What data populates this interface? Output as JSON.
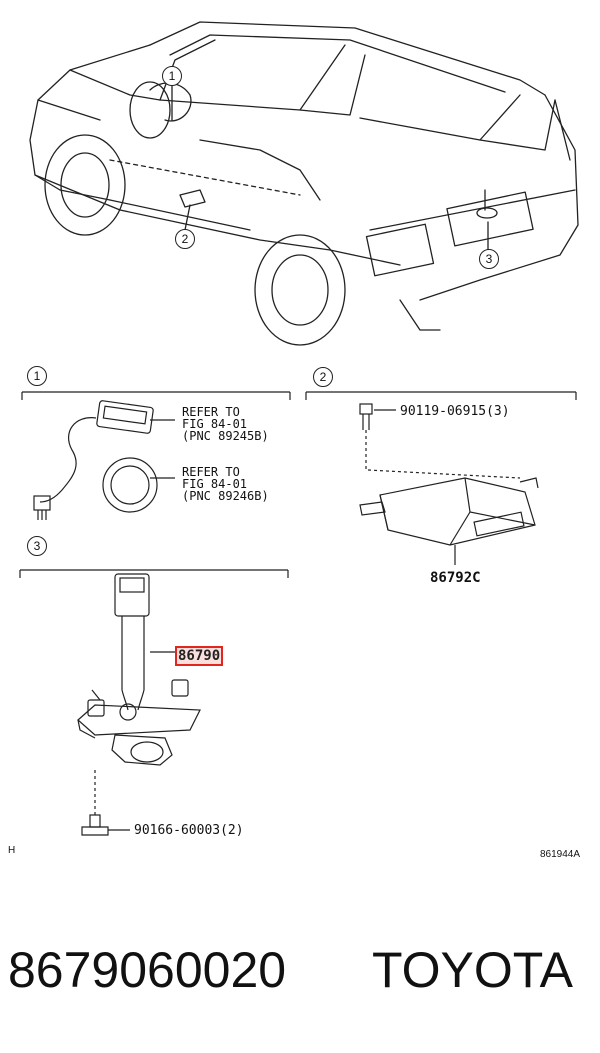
{
  "callouts": {
    "c1": "1",
    "c2": "2",
    "c3": "3"
  },
  "section1": {
    "ref_a_line1": "REFER TO",
    "ref_a_line2": "FIG 84-01",
    "ref_a_line3": "(PNC 89245B)",
    "ref_b_line1": "REFER TO",
    "ref_b_line2": "FIG 84-01",
    "ref_b_line3": "(PNC 89246B)"
  },
  "section2": {
    "bolt_part": "90119-06915(3)",
    "unit_part": "86792C"
  },
  "section3": {
    "camera_part": "86790",
    "screw_part": "90166-60003(2)"
  },
  "footer": {
    "corner_mark": "H",
    "drawing_code": "861944A",
    "part_number": "8679060020",
    "brand": "TOYOTA"
  },
  "colors": {
    "highlight": "#e0261e",
    "ink": "#111111"
  }
}
